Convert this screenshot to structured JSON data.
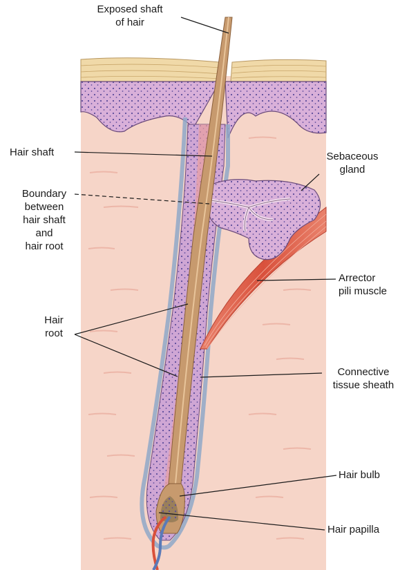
{
  "labels": {
    "exposed_shaft": "Exposed shaft\nof hair",
    "hair_shaft": "Hair shaft",
    "boundary": "Boundary\nbetween\nhair shaft\nand\nhair root",
    "hair_root": "Hair\nroot",
    "sebaceous_gland": "Sebaceous\ngland",
    "arrector_pili": "Arrector\npili muscle",
    "connective_sheath": "Connective\ntissue sheath",
    "hair_bulb": "Hair bulb",
    "hair_papilla": "Hair papilla"
  },
  "colors": {
    "dermis": "#f6d5c8",
    "stratum_corneum": "#f0d9a8",
    "epidermis": "#d9b0d9",
    "follicle": "#cfa6d4",
    "hair": "#c79a6e",
    "muscle": "#e0604a",
    "sheath": "#8fa8c8",
    "leader": "#1a1a1a"
  }
}
